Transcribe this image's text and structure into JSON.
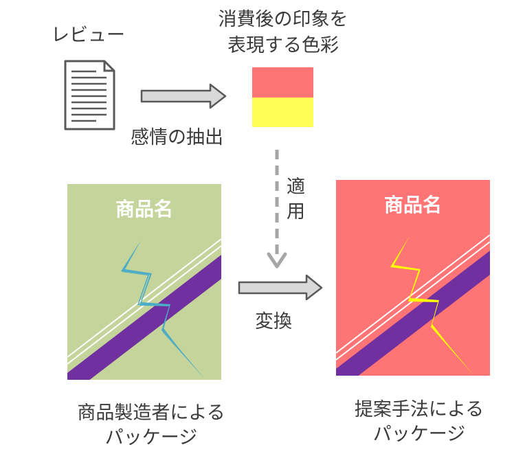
{
  "review_label": "レビュー",
  "emotion_extraction_label": "感情の抽出",
  "color_label_line1": "消費後の印象を",
  "color_label_line2": "表現する色彩",
  "apply_label_line1": "適",
  "apply_label_line2": "用",
  "convert_label": "変換",
  "original_package": {
    "title": "商品名",
    "caption_line1": "商品製造者による",
    "caption_line2": "パッケージ",
    "background_color": "#c5d49b",
    "bolt_color": "#4bacc6",
    "stripe_color": "#7030a0"
  },
  "proposed_package": {
    "title": "商品名",
    "caption_line1": "提案手法による",
    "caption_line2": "パッケージ",
    "background_color": "#ff7474",
    "bolt_color": "#ffff00",
    "stripe_color": "#7030a0"
  },
  "emotion_colors": [
    "#ff7474",
    "#ffff55"
  ],
  "icons": {
    "document": "document-icon",
    "arrow_right": "arrow-right-icon",
    "arrow_down_dashed": "dashed-arrow-down-icon"
  }
}
